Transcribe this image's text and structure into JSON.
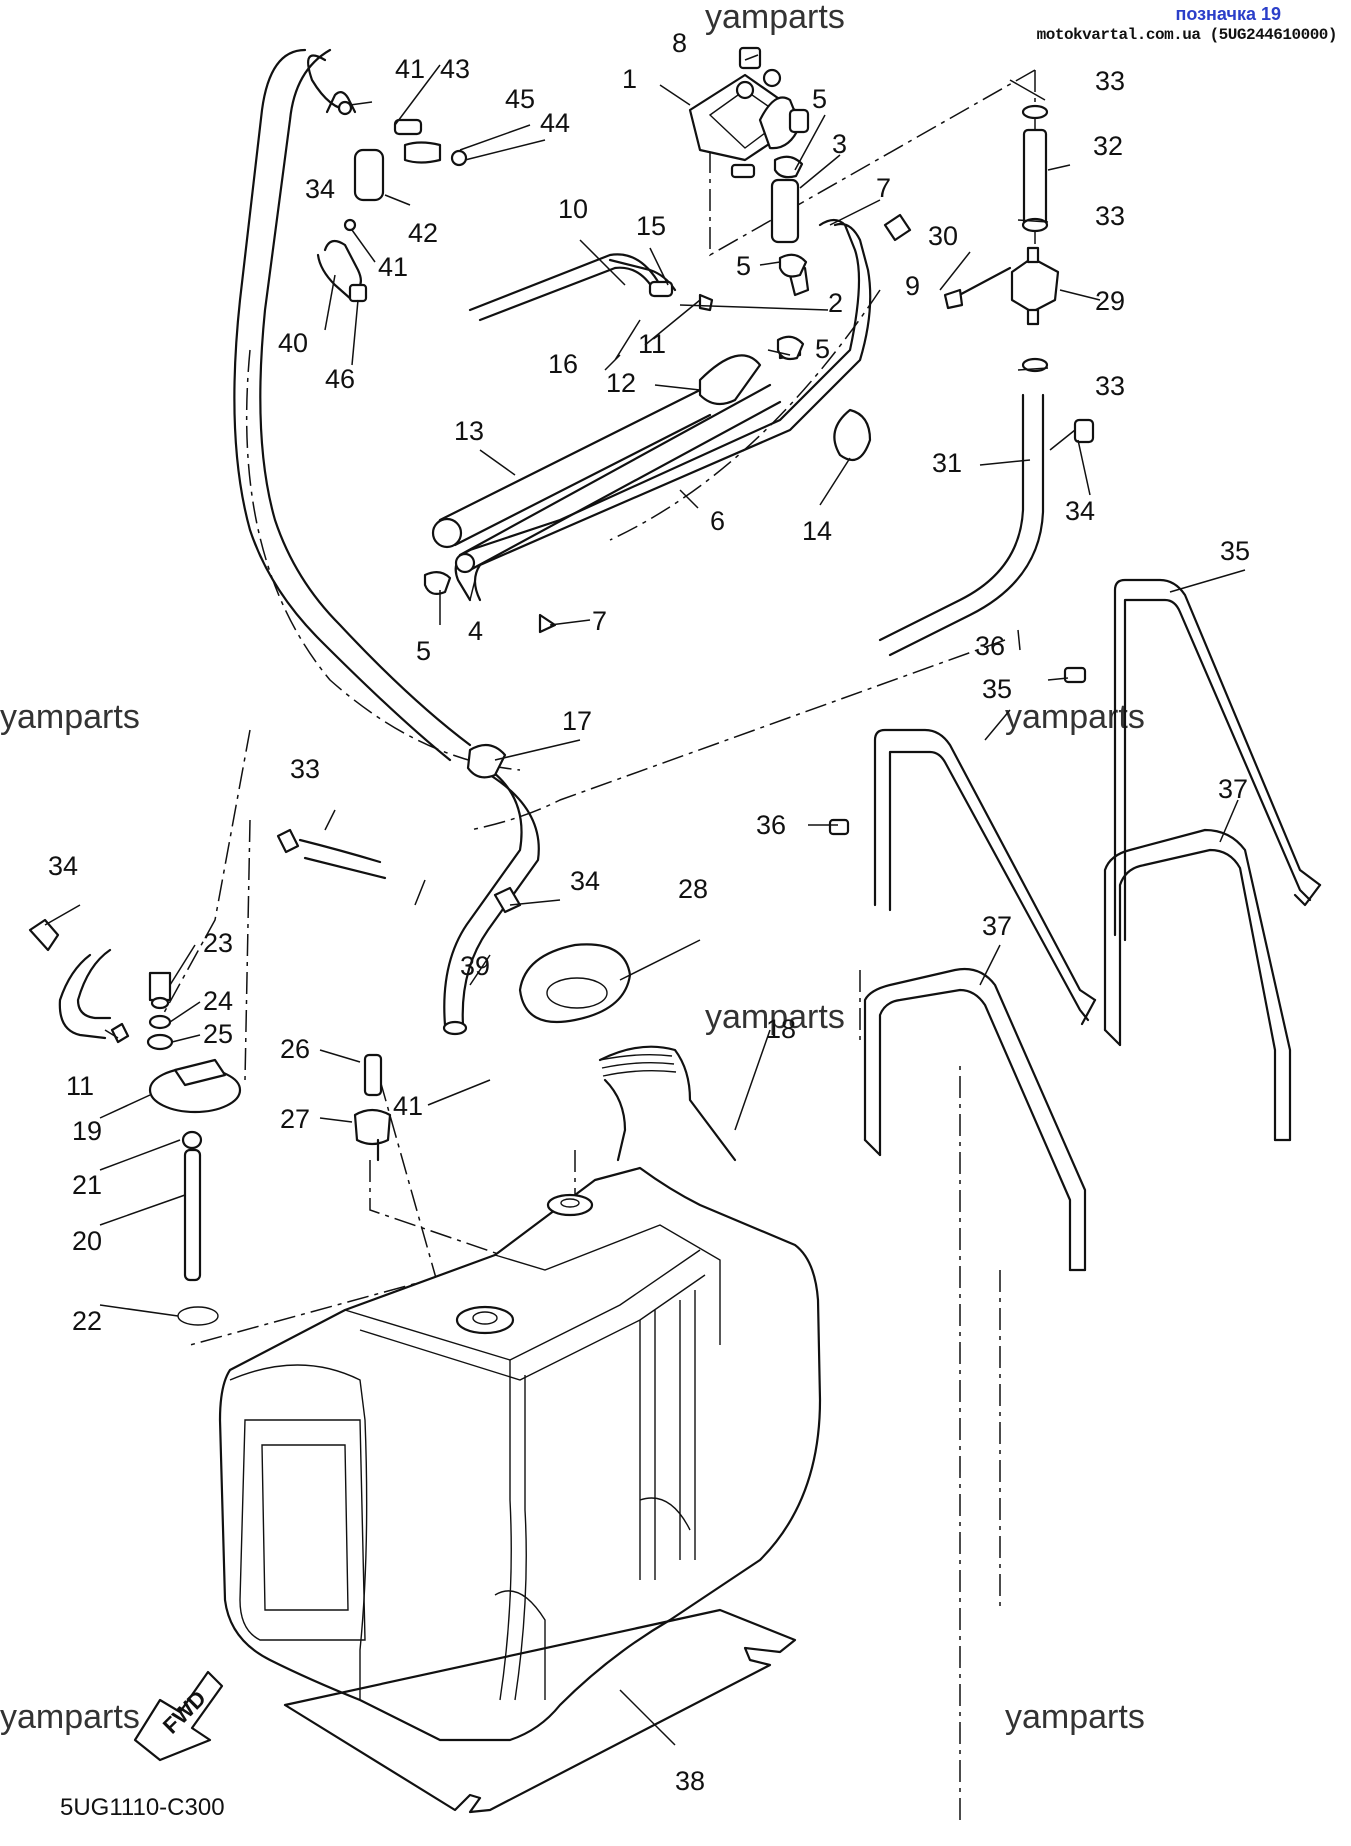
{
  "header": {
    "title": "позначка 19",
    "site": "motokvartal.com.ua (5UG244610000)"
  },
  "watermark": "yamparts",
  "diagram_code": "5UG1110-C300",
  "fwd_label": "FWD",
  "callouts": [
    "1",
    "2",
    "3",
    "4",
    "5",
    "6",
    "7",
    "8",
    "9",
    "10",
    "11",
    "12",
    "13",
    "14",
    "15",
    "16",
    "17",
    "18",
    "19",
    "20",
    "21",
    "22",
    "23",
    "24",
    "25",
    "26",
    "27",
    "28",
    "29",
    "30",
    "31",
    "32",
    "33",
    "34",
    "35",
    "36",
    "37",
    "38",
    "39",
    "40",
    "41",
    "42",
    "43",
    "44",
    "45",
    "46"
  ]
}
